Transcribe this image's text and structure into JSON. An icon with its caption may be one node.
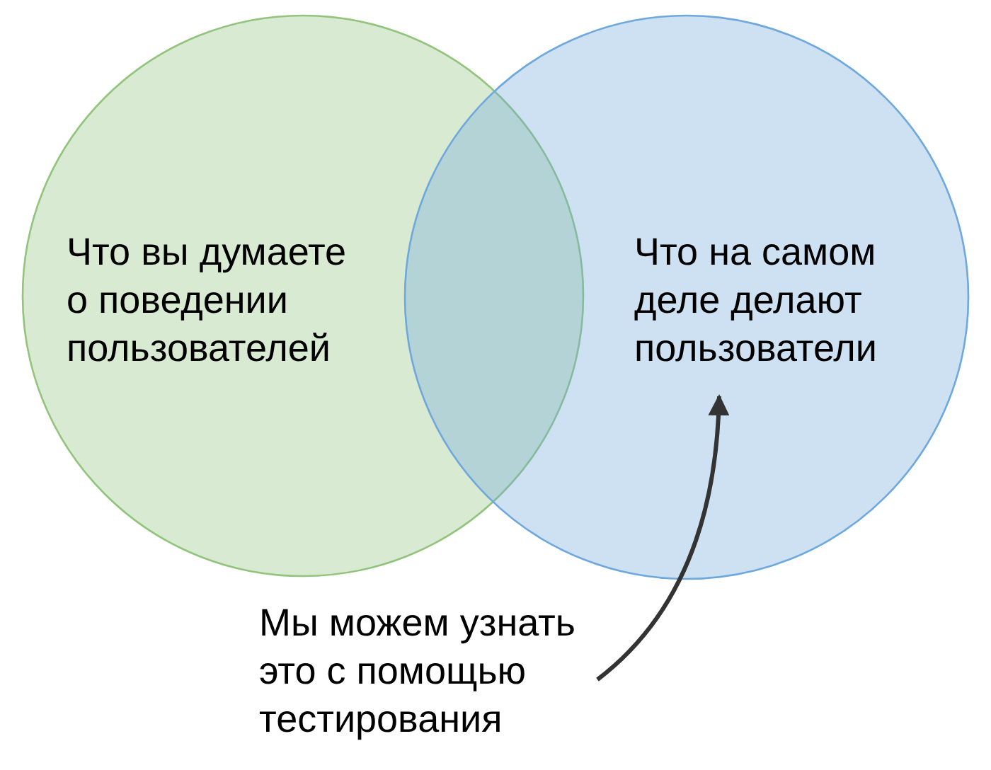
{
  "diagram": {
    "nodes": [
      {
        "text": [
          "Что вы думаете о поведении пользователей"
        ]
      },
      {
        "text": [
          "Что на самом деле делают пользователи"
        ]
      },
      {
        "text": [
          "Мы можем узнать это с помощью тестирования"
        ]
      }
    ],
    "edges": [
      {
        "from": 2,
        "to": 1,
        "arrow": "to"
      }
    ]
  }
}
